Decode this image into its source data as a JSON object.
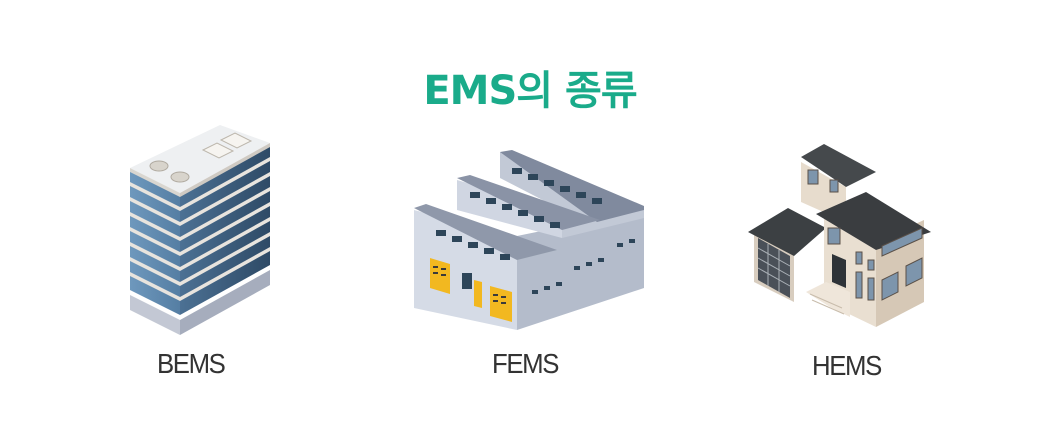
{
  "title": "EMS의 종류",
  "colors": {
    "title": "#1aab8a",
    "label": "#333333"
  },
  "items": [
    {
      "label": "BEMS",
      "icon": "office-building-icon"
    },
    {
      "label": "FEMS",
      "icon": "factory-icon"
    },
    {
      "label": "HEMS",
      "icon": "house-icon"
    }
  ]
}
